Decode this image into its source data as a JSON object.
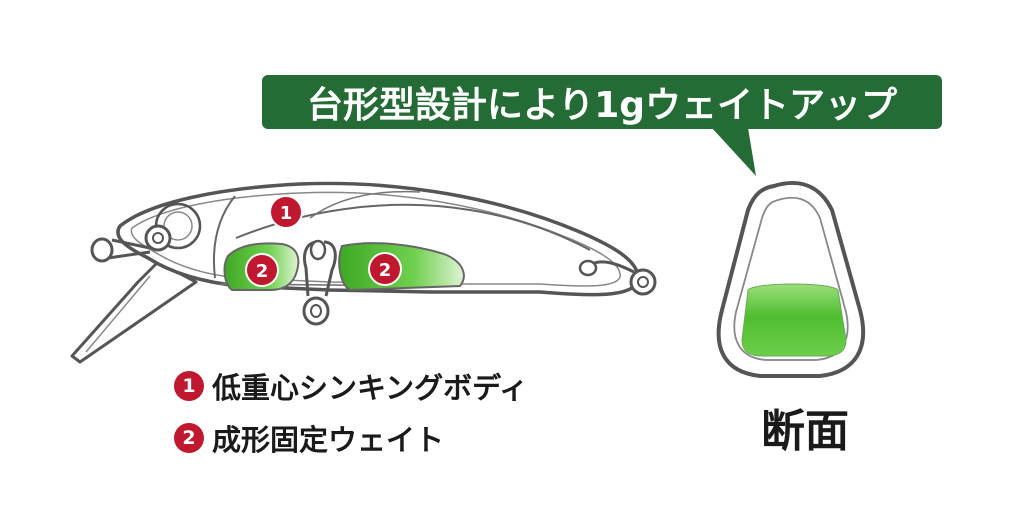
{
  "callout": {
    "text": "台形型設計により1gウェイトアップ",
    "bg_color": "#256b36"
  },
  "diagram_markers": [
    {
      "number": "1"
    },
    {
      "number": "2"
    },
    {
      "number": "2"
    }
  ],
  "legend": [
    {
      "number": "1",
      "label": "低重心シンキングボディ"
    },
    {
      "number": "2",
      "label": "成形固定ウェイト"
    }
  ],
  "cross_section": {
    "label": "断面",
    "weight_color": "#5cc43a"
  },
  "colors": {
    "badge": "#c0182e",
    "weight_green": "#5cc43a",
    "outline": "#555555"
  }
}
